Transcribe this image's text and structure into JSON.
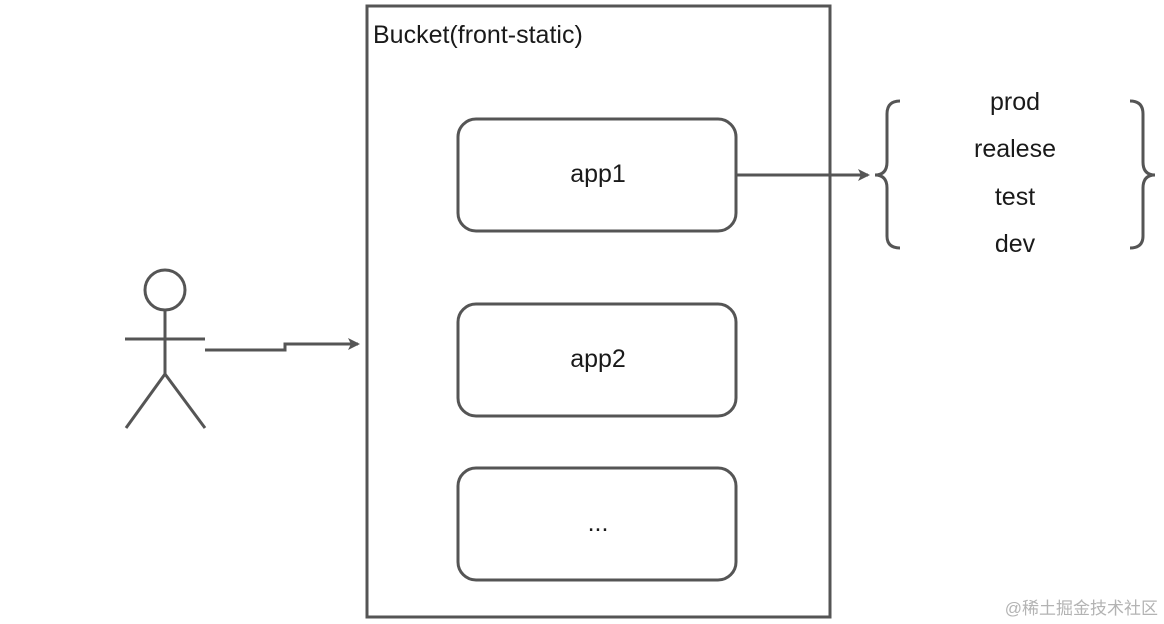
{
  "bucket": {
    "title": "Bucket(front-static)"
  },
  "apps": [
    {
      "label": "app1"
    },
    {
      "label": "app2"
    },
    {
      "label": "..."
    }
  ],
  "environments": [
    "prod",
    "realese",
    "test",
    "dev"
  ],
  "watermark": "@稀土掘金技术社区",
  "colors": {
    "stroke": "#555555",
    "text": "#1a1a1a",
    "watermark": "#b3b3b3"
  }
}
